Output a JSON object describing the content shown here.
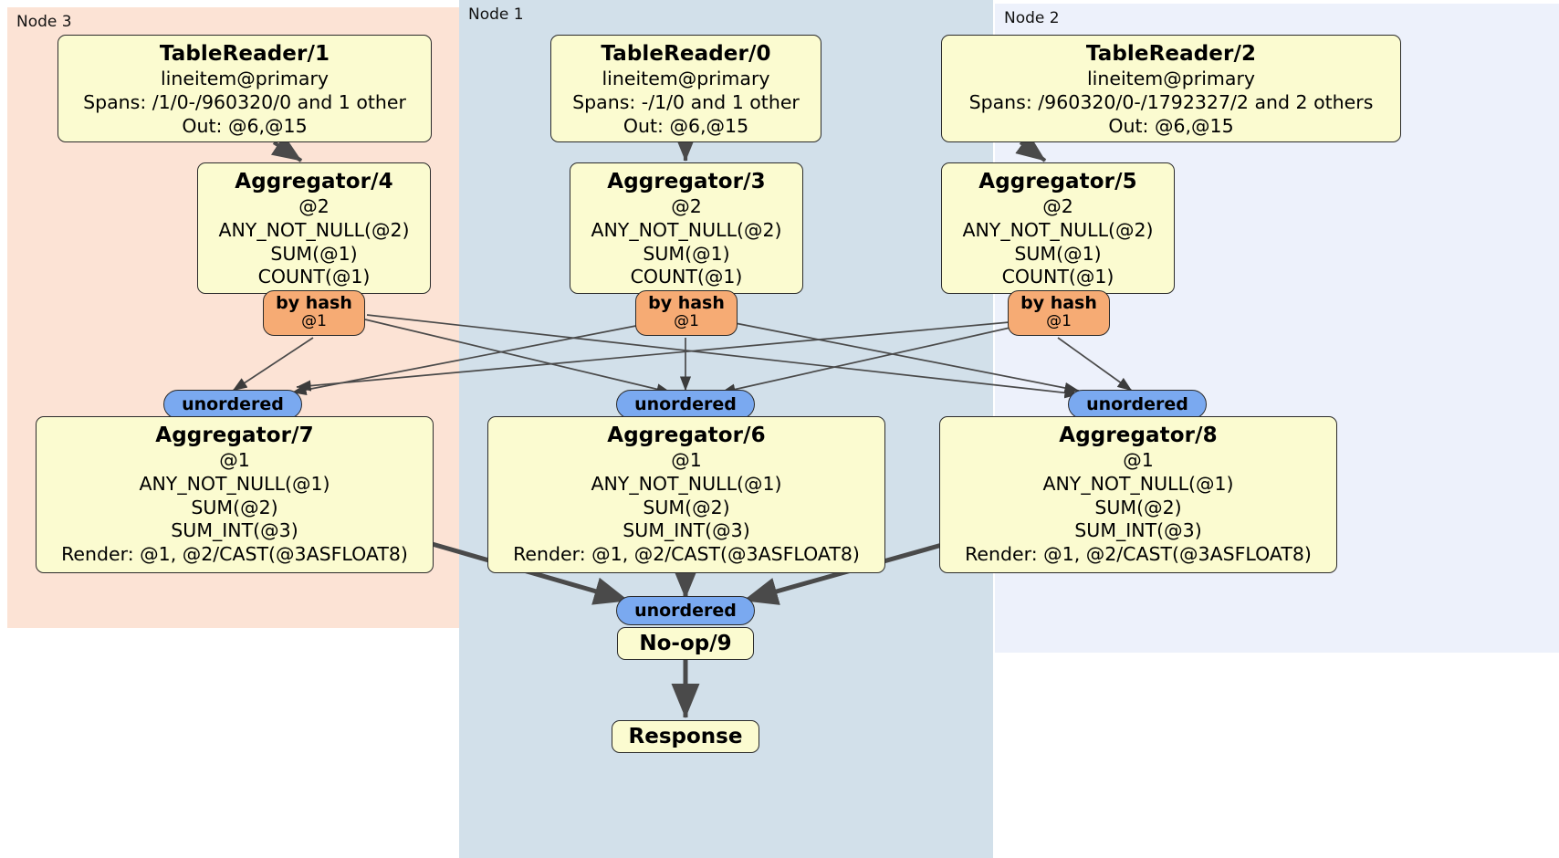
{
  "diagram": {
    "type": "distributed-query-plan",
    "colors": {
      "node3_panel": "#fce3d5",
      "node1_panel": "#d2e0ea",
      "node2_panel": "#edf1fb",
      "processor_box": "#fbfbd0",
      "hash_badge": "#f6ab74",
      "unordered_badge": "#7aa9f0",
      "edge": "#4a4a4a"
    }
  },
  "panels": [
    {
      "id": "node3",
      "label": "Node 3"
    },
    {
      "id": "node1",
      "label": "Node 1"
    },
    {
      "id": "node2",
      "label": "Node 2"
    }
  ],
  "processors": {
    "tablereader_1": {
      "title": "TableReader/1",
      "lines": [
        "lineitem@primary",
        "Spans: /1/0-/960320/0 and 1 other",
        "Out: @6,@15"
      ]
    },
    "tablereader_0": {
      "title": "TableReader/0",
      "lines": [
        "lineitem@primary",
        "Spans: -/1/0 and 1 other",
        "Out: @6,@15"
      ]
    },
    "tablereader_2": {
      "title": "TableReader/2",
      "lines": [
        "lineitem@primary",
        "Spans: /960320/0-/1792327/2 and 2 others",
        "Out: @6,@15"
      ]
    },
    "aggregator_4": {
      "title": "Aggregator/4",
      "lines": [
        "@2",
        "ANY_NOT_NULL(@2)",
        "SUM(@1)",
        "COUNT(@1)"
      ]
    },
    "aggregator_3": {
      "title": "Aggregator/3",
      "lines": [
        "@2",
        "ANY_NOT_NULL(@2)",
        "SUM(@1)",
        "COUNT(@1)"
      ]
    },
    "aggregator_5": {
      "title": "Aggregator/5",
      "lines": [
        "@2",
        "ANY_NOT_NULL(@2)",
        "SUM(@1)",
        "COUNT(@1)"
      ]
    },
    "aggregator_7": {
      "title": "Aggregator/7",
      "lines": [
        "@1",
        "ANY_NOT_NULL(@1)",
        "SUM(@2)",
        "SUM_INT(@3)",
        "Render: @1, @2/CAST(@3ASFLOAT8)"
      ]
    },
    "aggregator_6": {
      "title": "Aggregator/6",
      "lines": [
        "@1",
        "ANY_NOT_NULL(@1)",
        "SUM(@2)",
        "SUM_INT(@3)",
        "Render: @1, @2/CAST(@3ASFLOAT8)"
      ]
    },
    "aggregator_8": {
      "title": "Aggregator/8",
      "lines": [
        "@1",
        "ANY_NOT_NULL(@1)",
        "SUM(@2)",
        "SUM_INT(@3)",
        "Render: @1, @2/CAST(@3ASFLOAT8)"
      ]
    },
    "noop_9": {
      "title": "No-op/9"
    },
    "response": {
      "title": "Response"
    }
  },
  "badges": {
    "hash_left": {
      "kind": "by hash",
      "column": "@1"
    },
    "hash_center": {
      "kind": "by hash",
      "column": "@1"
    },
    "hash_right": {
      "kind": "by hash",
      "column": "@1"
    },
    "unordered_left": {
      "label": "unordered"
    },
    "unordered_center": {
      "label": "unordered"
    },
    "unordered_right": {
      "label": "unordered"
    },
    "unordered_final": {
      "label": "unordered"
    }
  }
}
